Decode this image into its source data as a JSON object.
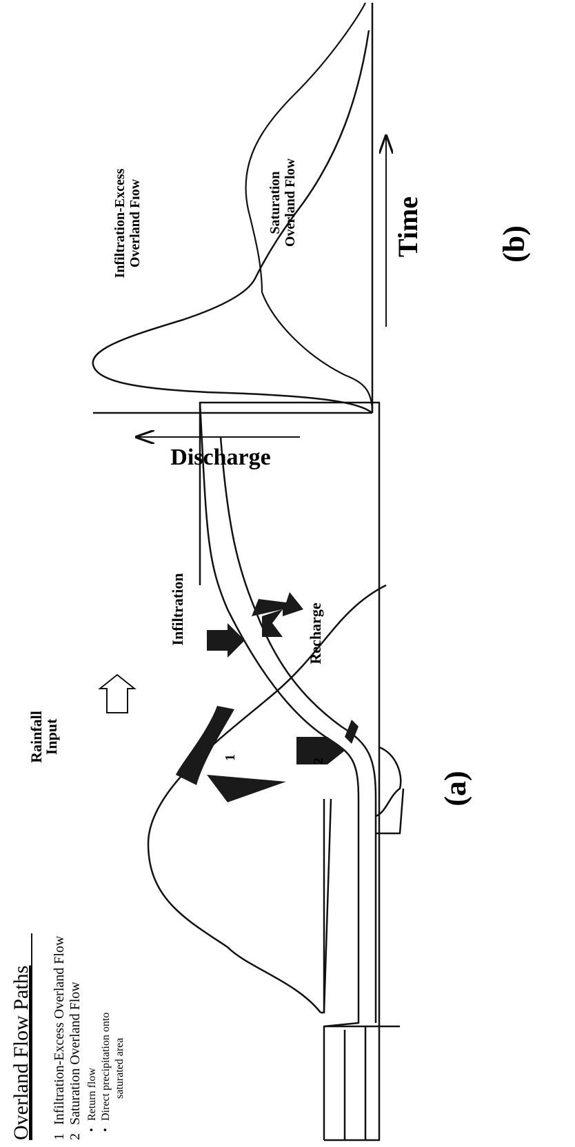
{
  "legend": {
    "title": "Overland Flow Paths",
    "items": [
      {
        "number": "1",
        "label": "Infiltration-Excess Overland Flow"
      },
      {
        "number": "2",
        "label": "Saturation Overland Flow"
      }
    ],
    "subitems": [
      {
        "bullet": "•",
        "label": "Return flow"
      },
      {
        "bullet": "•",
        "label": "Direct precipitation onto"
      },
      {
        "bullet": "",
        "label": "saturated area"
      }
    ]
  },
  "panel_a": {
    "rainfall_line1": "Rainfall",
    "rainfall_line2": "Input",
    "infiltration": "Infiltration",
    "recharge": "Recharge",
    "path1": "1",
    "path2": "2",
    "caption": "(a)"
  },
  "panel_b": {
    "ylabel": "Discharge",
    "xlabel": "Time",
    "curve1_line1": "Infiltration-Excess",
    "curve1_line2": "Overland Fıow",
    "curve2_line1": "Saturation",
    "curve2_line2": "Overland Flow",
    "caption": "(b)"
  },
  "colors": {
    "ink": "#111111",
    "arrow_fill": "#1a1a1a",
    "paper": "#ffffff"
  }
}
